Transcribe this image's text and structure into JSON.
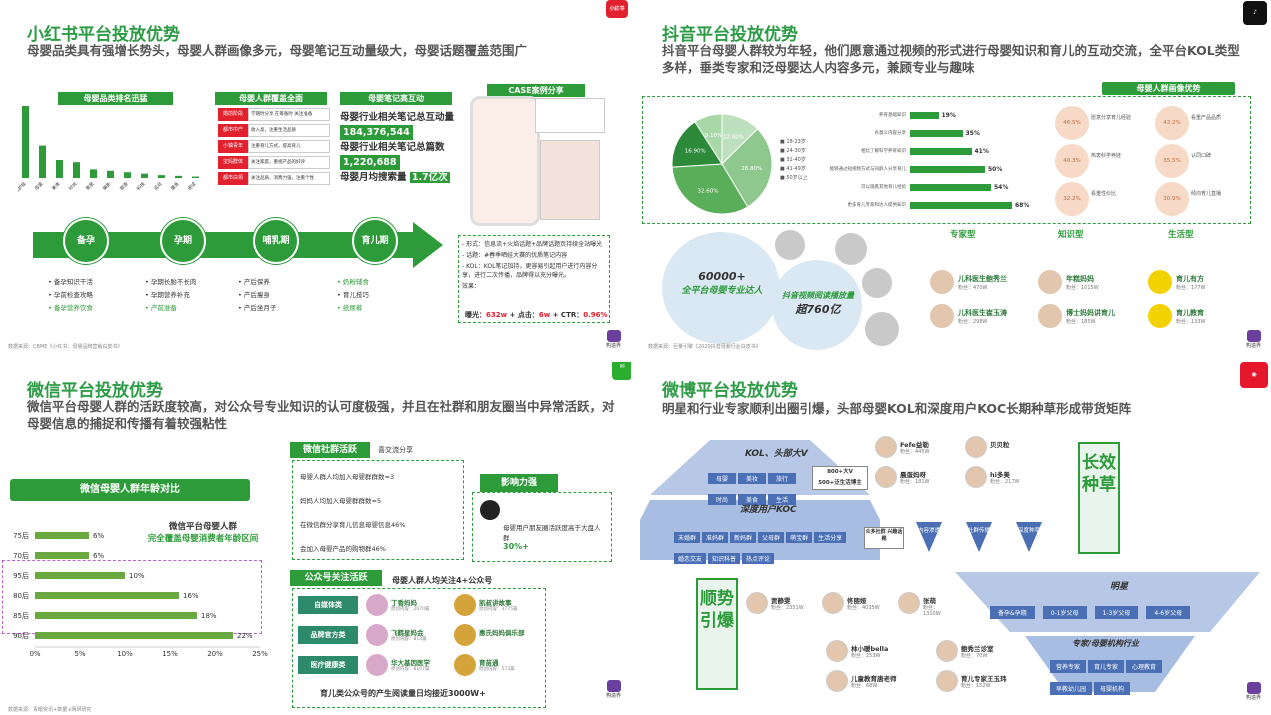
{
  "q1": {
    "title": "小红书平台投放优势",
    "subtitle": "母婴品类具有强增长势头，母婴人群画像多元，母婴笔记互动量级大，母婴话题覆盖范围广",
    "logo": "小红书",
    "box1": "母婴品类排名迅猛",
    "box2": "母婴人群覆盖全面",
    "box3": "母婴笔记高互动",
    "box4": "CASE案例分享",
    "bar_cats": [
      "美妆护肤",
      "母婴",
      "美食",
      "时尚",
      "家居",
      "摄影",
      "旅游",
      "科技",
      "运动",
      "健身",
      "阅读"
    ],
    "bar_values": [
      100,
      45,
      25,
      22,
      12,
      10,
      8,
      6,
      4,
      3,
      2
    ],
    "rows": [
      {
        "tag": "婚前阶段",
        "txt": "学期时分享 在筹备时 关注准备"
      },
      {
        "tag": "都市中产",
        "txt": "收入高，注重生活品质"
      },
      {
        "tag": "小镇青年",
        "txt": "注重育儿方式，提高育儿"
      },
      {
        "tag": "宝妈群体",
        "txt": "关注家庭，重视产品的好评"
      },
      {
        "tag": "都市白领",
        "txt": "关注品质，消费力强，注重个性"
      }
    ],
    "stat1": "母婴行业相关笔记总互动量",
    "stat1v": "184,376,544",
    "stat2": "母婴行业相关笔记总篇数",
    "stat2v": "1,220,688",
    "stat3": "母婴月均搜索量",
    "stat3v": "1.7亿次",
    "stages": [
      "备孕",
      "孕期",
      "哺乳期",
      "育儿期"
    ],
    "items": [
      [
        "备孕知识干活",
        "孕前检查攻略",
        "备孕营养饮食"
      ],
      [
        "孕期长胎不长肉",
        "孕期营养补充",
        "产前准备"
      ],
      [
        "产后保养",
        "产后瘦身",
        "产后坐月子"
      ],
      [
        "奶粉辅食",
        "育儿技巧",
        "纸尿裤"
      ]
    ],
    "case": [
      "形式：信息流+火焰话题+品牌话题页持续全站曝光",
      "话题：#春季晒娃大赛的优质笔记内容",
      "KOL：KOL笔记加持，更容易引起用户进行内容分享，进行二次传播，品牌得以充分曝光。",
      "效果："
    ],
    "result": [
      "曝光：",
      "632w",
      "+ 点击：",
      "6w",
      "+ CTR：",
      "0.96%"
    ],
    "source": "数据来源：CBME《小红书：母婴品牌营销白皮书》"
  },
  "q2": {
    "title": "抖音平台投放优势",
    "subtitle": "抖音平台母婴人群较为年轻，他们愿意通过视频的形式进行母婴知识和育儿的互动交流，全平台KOL类型多样，垂类专家和泛母婴达人内容多元，兼顾专业与趣味",
    "portrait": "母婴人群画像优势",
    "pie_labels": [
      "18-23岁",
      "24-30岁",
      "31-40岁",
      "41-49岁",
      "50岁以上"
    ],
    "pie_vals": [
      "12.60%",
      "28.80%",
      "32.60%",
      "16.90%",
      "9.10%"
    ],
    "hbars": [
      {
        "l": "养育基础知识",
        "v": "19%"
      },
      {
        "l": "有意义内容分享",
        "v": "35%"
      },
      {
        "l": "相比了解科学养育知识",
        "v": "41%"
      },
      {
        "l": "能够通过短视频方式与同龄人分享育儿",
        "v": "50%"
      },
      {
        "l": "可以观看其他育儿经验",
        "v": "54%"
      },
      {
        "l": "更多育儿专家和达人提供知识",
        "v": "68%"
      }
    ],
    "circ": [
      {
        "p": "46.5%",
        "t": "愿意分享育儿经验"
      },
      {
        "p": "43.2%",
        "t": "看重产品品质"
      },
      {
        "p": "40.3%",
        "t": "热衷科学养娃"
      },
      {
        "p": "35.5%",
        "t": "认同口碑"
      },
      {
        "p": "32.2%",
        "t": "看重性价比"
      },
      {
        "p": "30.9%",
        "t": "倾向育儿直播"
      }
    ],
    "big1": "60000+",
    "big1s": "全平台母婴专业达人",
    "big2": "抖音视频阅读播放量",
    "big2v": "超760亿",
    "types": [
      "专家型",
      "知识型",
      "生活型"
    ],
    "kols": [
      {
        "n": "儿科医生鲍秀兰",
        "f": "粉丝：470W"
      },
      {
        "n": "年糕妈妈",
        "f": "粉丝：1015W"
      },
      {
        "n": "育儿有方",
        "f": "粉丝：177W"
      },
      {
        "n": "儿科医生崔玉涛",
        "f": "粉丝：298W"
      },
      {
        "n": "博士妈妈讲育儿",
        "f": "粉丝：185W"
      },
      {
        "n": "育儿教育",
        "f": "粉丝：133W"
      }
    ],
    "source": "数据来源：巨量引擎《2020抖音母婴行业白皮书》"
  },
  "q3": {
    "title": "微信平台投放优势",
    "subtitle": "微信平台母婴人群的活跃度较高，对公众号专业知识的认可度极强，并且在社群和朋友圈当中异常活跃，对母婴信息的捕捉和传播有着较强粘性",
    "ages_title": "微信母婴人群年龄对比",
    "cover1": "微信平台母婴人群",
    "cover2": "完全覆盖母婴消费者年龄区间",
    "age_cats": [
      "75后",
      "70后",
      "95后",
      "80后",
      "85后",
      "90后"
    ],
    "age_vals": [
      6,
      6,
      10,
      16,
      18,
      22
    ],
    "age_labels": [
      "6%",
      "6%",
      "10%",
      "16%",
      "18%",
      "22%"
    ],
    "xticks": [
      "0%",
      "5%",
      "10%",
      "15%",
      "20%",
      "25%"
    ],
    "community": "微信社群活跃",
    "comm_sub": "喜交流分享",
    "c1": "母婴人群人均加入母婴群群数≈3",
    "c2": "妈妈人均加入母婴群群数≈5",
    "c3": "在微信群分享育儿信息母婴信息46%",
    "c4": "会加入母婴产品的购物群46%",
    "influence": "影响力强",
    "inf_txt": "母婴用户朋友圈活跃度高于大盘人群",
    "inf_v": "30%+",
    "official": "公众号关注活跃",
    "off_sub": "母婴人群人均关注4+公众号",
    "cats": [
      "自媒体类",
      "品牌官方类",
      "医疗健康类"
    ],
    "accts": [
      {
        "n": "丁香妈妈",
        "f": "原创内容：2670篇"
      },
      {
        "n": "凯叔讲故事",
        "f": "原创内容：3775篇"
      },
      {
        "n": "飞鹤星妈会",
        "f": "原创内容：813篇"
      },
      {
        "n": "惠氏妈妈俱乐部",
        "f": ""
      },
      {
        "n": "华大基因医学",
        "f": "原创内容：8107篇"
      },
      {
        "n": "育苗通",
        "f": "原创内容：573篇"
      }
    ],
    "foot": "育儿类公众号的产生阅读量日均接近3000W+",
    "source": "数据来源：青眼资讯+数据+网研研究"
  },
  "q4": {
    "title": "微博平台投放优势",
    "subtitle": "明星和行业专家顺利出圈引爆，头部母婴KOL和深度用户KOC长期种草形成带货矩阵",
    "kol": "KOL、头部大V",
    "koc": "深度用户KOC",
    "kol_tags": [
      "母婴",
      "美妆",
      "旅行",
      "时尚",
      "美食",
      "生活"
    ],
    "kol_count": "800+大V",
    "kol_count2": "500+泛生活博主",
    "koc_tags": [
      "末婚群",
      "准妈群",
      "新妈群",
      "父母群",
      "萌宝群",
      "生活分享",
      "婚恋交友",
      "知识科普",
      "热点评论"
    ],
    "koc_right": "众多社群 兴趣话题",
    "long": "长效种草",
    "tri": [
      "内容渗透",
      "社群传播",
      "深度种草"
    ],
    "star": "明星",
    "star_tags": [
      "备孕&孕期",
      "0-1岁父母",
      "1-3岁父母",
      "4-6岁父母"
    ],
    "expert": "专家/母婴机构行业",
    "exp_tags": [
      "营养专家",
      "育儿专家",
      "心理教育",
      "早教幼儿园",
      "母婴机构"
    ],
    "shun": "顺势引爆",
    "top_kols": [
      {
        "n": "Fefe益勒",
        "f": "粉丝：445W"
      },
      {
        "n": "贝贝粒",
        "f": ""
      },
      {
        "n": "晨蛋妈呀",
        "f": "粉丝：181W"
      },
      {
        "n": "hi多美",
        "f": "粉丝：217W"
      }
    ],
    "stars": [
      {
        "n": "贾静雯",
        "f": "粉丝：2351W"
      },
      {
        "n": "佟丽娅",
        "f": "粉丝：4035W"
      },
      {
        "n": "张萌",
        "f": "粉丝：1310W"
      }
    ],
    "experts": [
      {
        "n": "林小暖bella",
        "f": "粉丝：253W"
      },
      {
        "n": "鲍秀兰诊室",
        "f": "粉丝：70W"
      },
      {
        "n": "儿童教育唐老师",
        "f": "粉丝：68W"
      },
      {
        "n": "育儿专家王玉玮",
        "f": "粉丝：152W"
      }
    ]
  },
  "brand": "构造界"
}
